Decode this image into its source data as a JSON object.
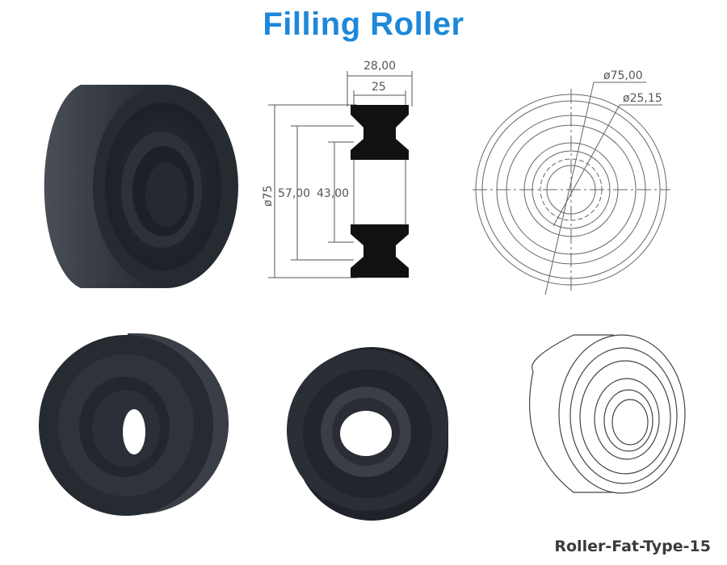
{
  "title": "Filling Roller",
  "caption": "Roller-Fat-Type-15",
  "colors": {
    "title": "#1e88d9",
    "rubber": "#23262d",
    "line": "#555555"
  },
  "section_view": {
    "dimensions": {
      "overall_width": "28,00",
      "inner_width": "25",
      "outer_diameter": "ø75",
      "diameter_57": "57,00",
      "diameter_43": "43,00"
    }
  },
  "front_view": {
    "dimensions": {
      "outer_diameter": "ø75,00",
      "bore_diameter": "ø25,15"
    }
  }
}
